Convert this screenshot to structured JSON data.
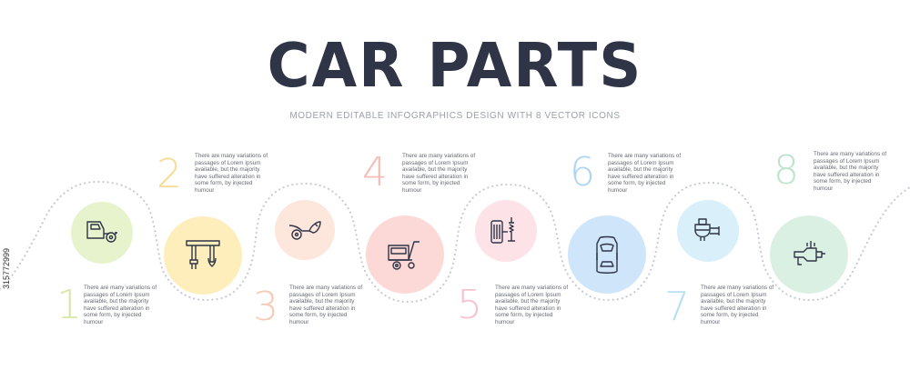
{
  "header": {
    "title": "CAR PARTS",
    "subtitle": "MODERN EDITABLE INFOGRAPHICS DESIGN WITH 8 VECTOR ICONS"
  },
  "steps": [
    {
      "number": "1",
      "icon": "car-side-with-wheel-icon",
      "color": "#e7f3cc",
      "number_color": "#d6e8a5",
      "text": "There are many variations of passages of Lorem Ipsum available, but the majority have suffered alteration in some form, by injected humour"
    },
    {
      "number": "2",
      "icon": "robotic-arm-wrench-icon",
      "color": "#fdeebc",
      "number_color": "#f8dc92",
      "text": "There are many variations of passages of Lorem Ipsum available, but the majority have suffered alteration in some form, by injected humour"
    },
    {
      "number": "3",
      "icon": "car-horn-icon",
      "color": "#fde6dc",
      "number_color": "#f7cab5",
      "text": "There are many variations of passages of Lorem Ipsum available, but the majority have suffered alteration in some form, by injected humour"
    },
    {
      "number": "4",
      "icon": "hand-truck-engine-icon",
      "color": "#fcd9d6",
      "number_color": "#f6bcb6",
      "text": "There are many variations of passages of Lorem Ipsum available, but the majority have suffered alteration in some form, by injected humour"
    },
    {
      "number": "5",
      "icon": "tire-and-shock-absorber-icon",
      "color": "#fde3e8",
      "number_color": "#f7c3cd",
      "text": "There are many variations of passages of Lorem Ipsum available, but the majority have suffered alteration in some form, by injected humour"
    },
    {
      "number": "6",
      "icon": "car-top-view-icon",
      "color": "#cfe6fa",
      "number_color": "#acd4f4",
      "text": "There are many variations of passages of Lorem Ipsum available, but the majority have suffered alteration in some form, by injected humour"
    },
    {
      "number": "7",
      "icon": "alternator-part-icon",
      "color": "#d9eff9",
      "number_color": "#b9e0f2",
      "text": "There are many variations of passages of Lorem Ipsum available, but the majority have suffered alteration in some form, by injected humour"
    },
    {
      "number": "8",
      "icon": "starter-motor-icon",
      "color": "#daf0e3",
      "number_color": "#bde3cc",
      "text": "There are many variations of passages of Lorem Ipsum available, but the majority have suffered alteration in some form, by injected humour"
    }
  ],
  "stock_id": "315772999",
  "colors": {
    "title": "#2f3447",
    "dotted_line": "#c9cdd3",
    "icon_stroke": "#2f3447"
  }
}
